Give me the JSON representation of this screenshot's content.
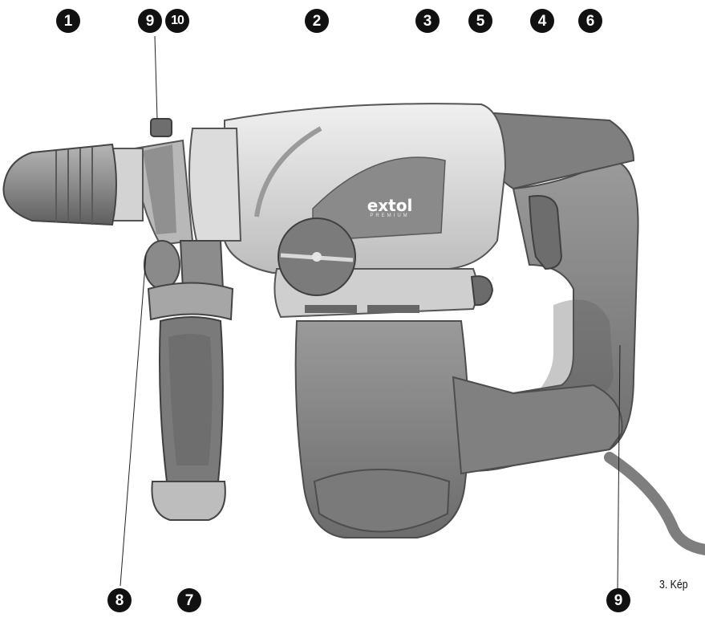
{
  "caption": "3. Kép",
  "brand": {
    "logo": "extol",
    "sub": "PREMIUM"
  },
  "callouts": [
    "1",
    "2",
    "3",
    "4",
    "5",
    "6",
    "7",
    "8",
    "9",
    "10",
    "9"
  ],
  "colors": {
    "body_gray": "#8a8a8a",
    "body_dark": "#6f6f6f",
    "body_light": "#d8d8d8",
    "handle": "#7a7a7a",
    "callout_fill": "#111111"
  }
}
